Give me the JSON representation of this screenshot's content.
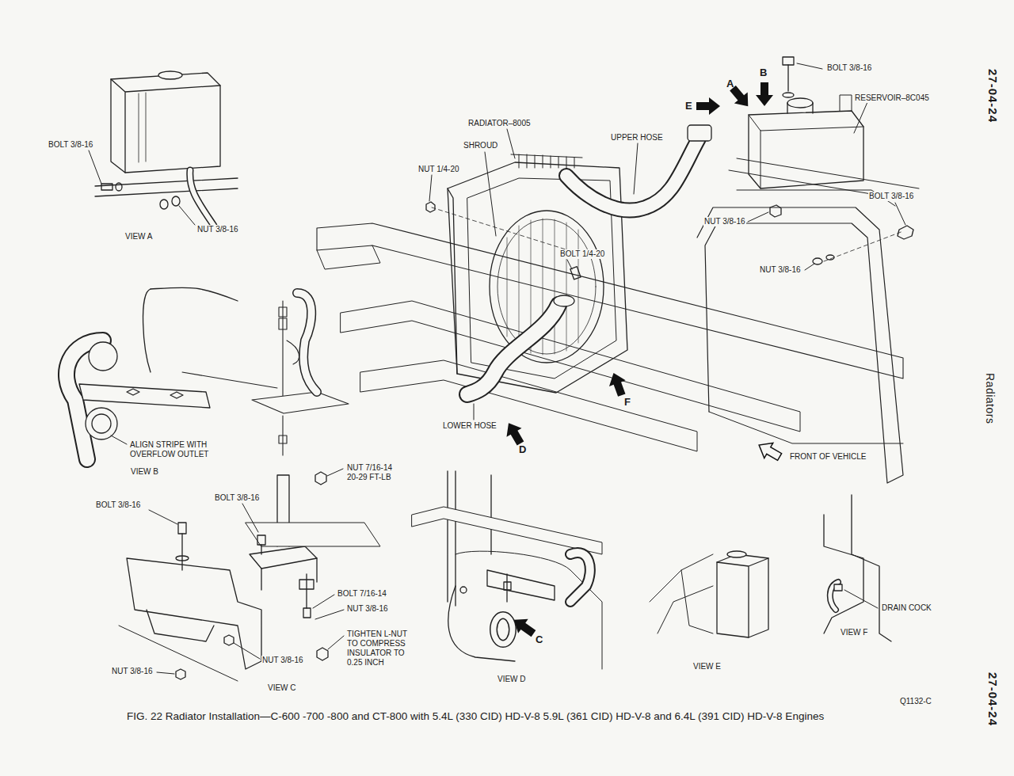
{
  "diagram": {
    "caption": "FIG. 22 Radiator Installation—C-600 -700 -800 and CT-800 with 5.4L (330 CID) HD-V-8 5.9L (361 CID) HD-V-8 and 6.4L (391 CID) HD-V-8 Engines",
    "labels": [
      "BOLT 3/8-16",
      "A",
      "B",
      "RESERVOIR–8C045",
      "E",
      "RADIATOR–8005",
      "SHROUD",
      "UPPER HOSE",
      "NUT 1/4-20",
      "BOLT 3/8-16",
      "NUT 3/8-16",
      "BOLT 1/4-20",
      "NUT 3/8-16",
      "BOLT 3/8-16",
      "NUT 3/8-16",
      "VIEW A",
      "F",
      "LOWER HOSE",
      "D",
      "FRONT OF VEHICLE",
      "ALIGN STRIPE WITH OVERFLOW OUTLET",
      "VIEW B",
      "NUT 7/16-14 20-29 FT-LB",
      "BOLT 3/8-16",
      "BOLT 3/8-16",
      "BOLT 7/16-14",
      "NUT 3/8-16",
      "TIGHTEN L-NUT TO COMPRESS INSULATOR TO 0.25 INCH",
      "NUT 3/8-16",
      "NUT 3/8-16",
      "VIEW C",
      "C",
      "VIEW D",
      "VIEW E",
      "DRAIN COCK",
      "VIEW F",
      "Q1132-C",
      "27-04-24",
      "Radiators",
      "27-04-24"
    ]
  }
}
